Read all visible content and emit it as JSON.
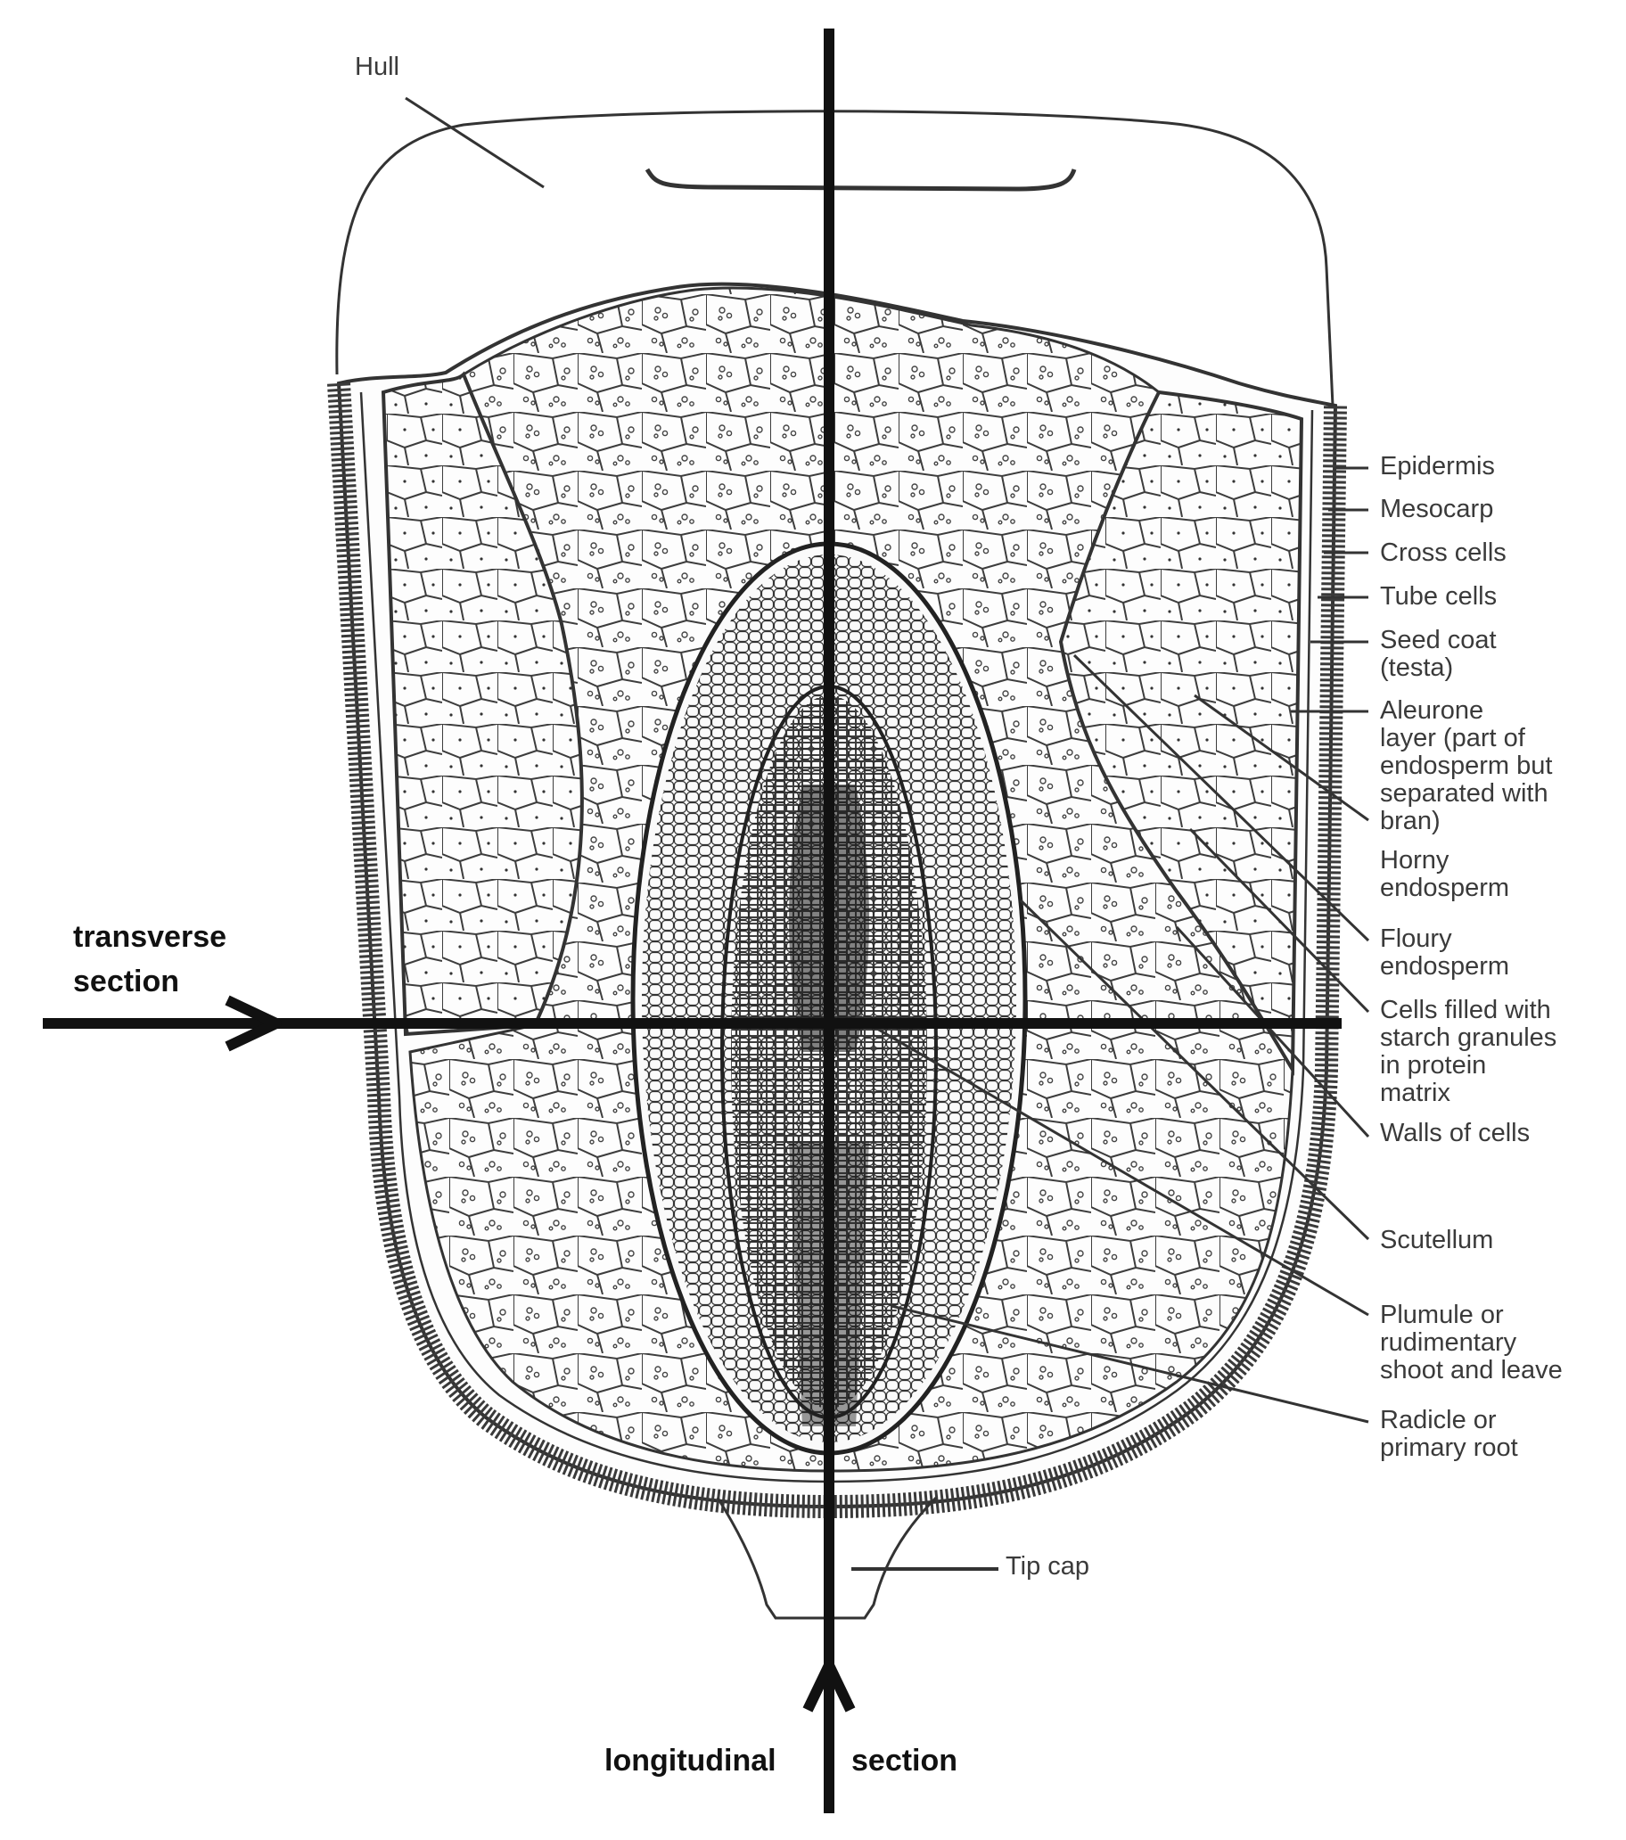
{
  "labels": {
    "hull": "Hull",
    "epidermis": "Epidermis",
    "mesocarp": "Mesocarp",
    "cross_cells": "Cross cells",
    "tube_cells": "Tube cells",
    "seed_coat": [
      "Seed coat",
      "(testa)"
    ],
    "aleurone": [
      "Aleurone",
      "layer (part of",
      "endosperm but",
      "separated with",
      "bran)"
    ],
    "horny": [
      "Horny",
      "endosperm"
    ],
    "floury": [
      "Floury",
      "endosperm"
    ],
    "cells_filled": [
      "Cells filled with",
      "starch granules",
      "in protein",
      "matrix"
    ],
    "walls": "Walls of cells",
    "scutellum": "Scutellum",
    "plumule": [
      "Plumule or",
      "rudimentary",
      "shoot and leave"
    ],
    "radicle": [
      "Radicle or",
      "primary root"
    ],
    "tip_cap": "Tip cap"
  },
  "sections": {
    "transverse": [
      "transverse",
      "section"
    ],
    "longitudinal_left": "longitudinal",
    "longitudinal_right": "section"
  }
}
